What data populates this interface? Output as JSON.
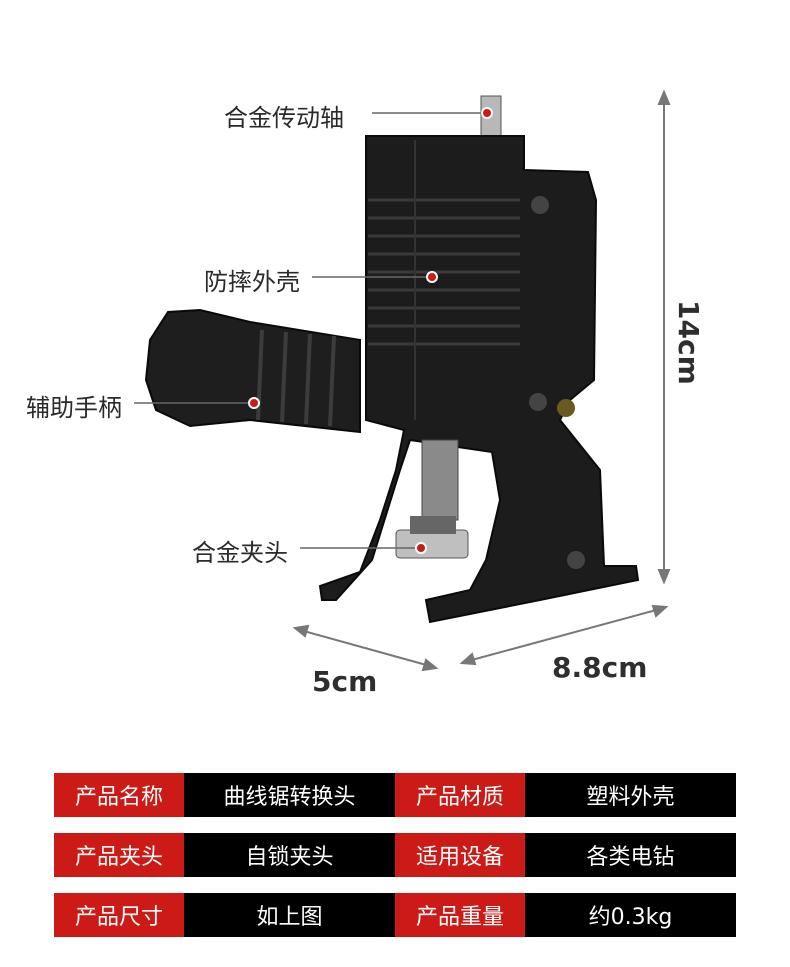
{
  "callouts": {
    "shaft": "合金传动轴",
    "shell": "防摔外壳",
    "handle": "辅助手柄",
    "chuck": "合金夹头"
  },
  "dimensions": {
    "height": "14cm",
    "width_a": "5cm",
    "width_b": "8.8cm"
  },
  "colors": {
    "label_bg": "#cc1b17",
    "value_bg": "#000000",
    "marker": "#cc1b17"
  },
  "specs": [
    {
      "label1": "产品名称",
      "value1": "曲线锯转换头",
      "label2": "产品材质",
      "value2": "塑料外壳"
    },
    {
      "label1": "产品夹头",
      "value1": "自锁夹头",
      "label2": "适用设备",
      "value2": "各类电钻"
    },
    {
      "label1": "产品尺寸",
      "value1": "如上图",
      "label2": "产品重量",
      "value2": "约0.3kg"
    }
  ]
}
